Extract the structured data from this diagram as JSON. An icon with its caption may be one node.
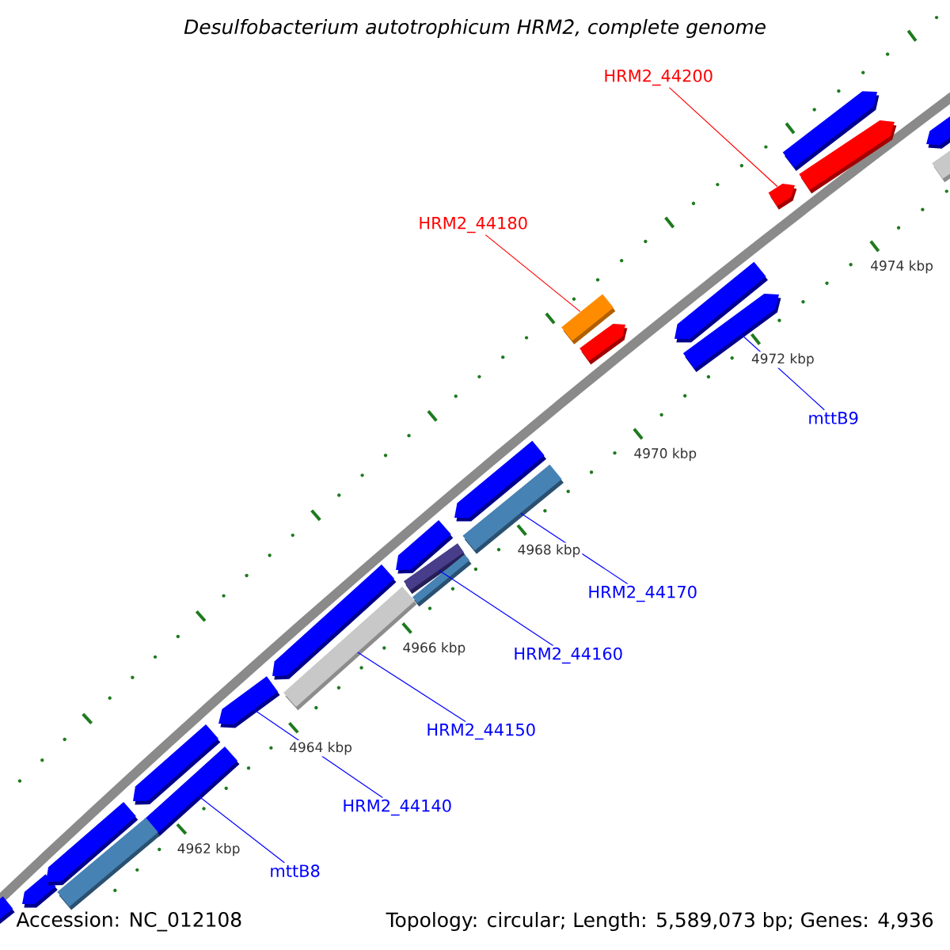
{
  "diagram": {
    "title": "Desulfobacterium autotrophicum HRM2, complete genome",
    "nodes": [
      {
        "text": [
          "HRM2_44200"
        ]
      },
      {
        "text": [],
        "shape": "pentagon"
      },
      {
        "text": [
          "HRM2_44180"
        ]
      },
      {
        "text": [],
        "shape": "bar"
      },
      {
        "text": [
          "mttB9"
        ]
      },
      {
        "text": [],
        "shape": "pentagon"
      },
      {
        "text": [
          "HRM2_44170"
        ]
      },
      {
        "text": [],
        "shape": "bar"
      },
      {
        "text": [
          "HRM2_44160"
        ]
      },
      {
        "text": [],
        "shape": "bar"
      },
      {
        "text": [
          "HRM2_44150"
        ]
      },
      {
        "text": [],
        "shape": "bar"
      },
      {
        "text": [
          "HRM2_44140"
        ]
      },
      {
        "text": [],
        "shape": "pentagon"
      },
      {
        "text": [
          "mttB8"
        ]
      },
      {
        "text": [],
        "shape": "bar"
      },
      {
        "text": [],
        "shape": "bar"
      },
      {
        "text": [],
        "shape": "pentagon"
      },
      {
        "text": [],
        "shape": "pentagon"
      },
      {
        "text": [],
        "shape": "bar"
      },
      {
        "text": [],
        "shape": "pentagon"
      },
      {
        "text": [],
        "shape": "pentagon"
      },
      {
        "text": [],
        "shape": "pentagon"
      },
      {
        "text": [],
        "shape": "bar"
      },
      {
        "text": [],
        "shape": "pentagon"
      },
      {
        "text": [],
        "shape": "pentagon"
      },
      {
        "text": [],
        "shape": "pentagon"
      },
      {
        "text": [],
        "shape": "pentagon"
      },
      {
        "text": [],
        "shape": "pentagon"
      },
      {
        "text": [],
        "shape": "pentagon"
      },
      {
        "text": [],
        "shape": "bar"
      }
    ],
    "edges": [
      {
        "from": 0,
        "to": 1,
        "arrow": "none",
        "color": "#ff0000"
      },
      {
        "from": 2,
        "to": 3,
        "arrow": "none",
        "color": "#ff0000"
      },
      {
        "from": 4,
        "to": 5,
        "arrow": "none"
      },
      {
        "from": 6,
        "to": 7,
        "arrow": "none"
      },
      {
        "from": 8,
        "to": 9,
        "arrow": "none"
      },
      {
        "from": 10,
        "to": 11,
        "arrow": "none"
      },
      {
        "from": 12,
        "to": 13,
        "arrow": "none"
      },
      {
        "from": 14,
        "to": 15,
        "arrow": "none"
      }
    ],
    "labels": [
      "4974 kbp",
      "4972 kbp",
      "4970 kbp",
      "4968 kbp",
      "4966 kbp",
      "4964 kbp",
      "4962 kbp",
      "Accession: NC_012108",
      "Topology: circular; Length: 5,589,073 bp; Genes: 4,936"
    ]
  }
}
